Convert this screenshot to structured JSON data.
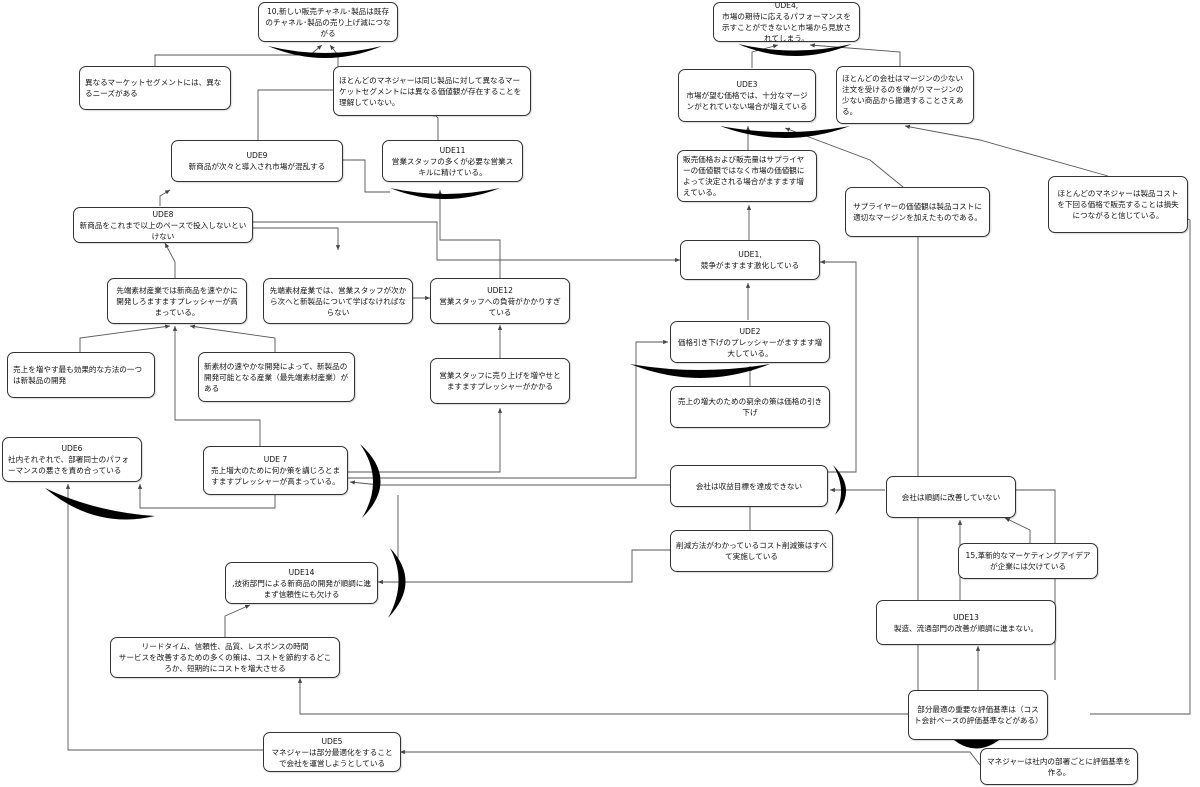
{
  "nodes": {
    "n10": {
      "id": "",
      "text": "10,新しい販売チャネル･製品は既存のチャネル･製品の売り上げ減につながる"
    },
    "seg": {
      "id": "",
      "text": "異なるマーケットセグメントには、異なるニーズがある"
    },
    "most": {
      "id": "",
      "text": "ほとんどのマネジャーは同じ製品に対して異なるマーケットセグメントには異なる価値観が存在することを理解していない。"
    },
    "ude4": {
      "id": "UDE4,",
      "text": "市場の期待に応えるパフォーマンスを示すことができないと市場から見放されてしまう。"
    },
    "ude3": {
      "id": "UDE3",
      "text": "市場が望む価格では、十分なマージンがとれていない場合が増えている"
    },
    "low": {
      "id": "",
      "text": "ほとんどの会社はマージンの少ない注文を受けるのを嫌がりマージンの少ない商品から撤退することさえある。"
    },
    "ude9": {
      "id": "UDE9",
      "text": "新商品が次々と導入され市場が混乱する"
    },
    "ude11": {
      "id": "UDE11",
      "text": "営業スタッフの多くが必要な営業スキルに精けている。"
    },
    "price": {
      "id": "",
      "text": "販売価格および販売量はサプライヤーの価値観ではなく市場の価値観によって決定される場合がますます増えている。"
    },
    "supp": {
      "id": "",
      "text": "サプライヤーの価値観は製品コストに適切なマージンを加えたものである。"
    },
    "loss": {
      "id": "",
      "text": "ほとんどのマネジャーは製品コストを下回る価格で販売することは損失につながると信じている。"
    },
    "ude8": {
      "id": "UDE8",
      "text": "新商品をこれまで以上のペースで投入しないといけない"
    },
    "ude1": {
      "id": "UDE1,",
      "text": "競争がますます激化している"
    },
    "adv": {
      "id": "",
      "text": "先端素材産業では新商品を速やかに開発しろますますプレッシャーが高まっている。"
    },
    "staff": {
      "id": "",
      "text": "先端素材産業では、営業スタッフが次から次へと新製品について学ばなければならない"
    },
    "ude12": {
      "id": "UDE12",
      "text": "営業スタッフへの負荷がかかりすぎている"
    },
    "ude2": {
      "id": "UDE2",
      "text": "価格引き下げのプレッシャーがますます増大している。"
    },
    "eff": {
      "id": "",
      "text": "売上を増やす最も効果的な方法の一つは新製品の開発"
    },
    "newm": {
      "id": "",
      "text": "新素材の速やかな開発によって、新製品の開発可能となる産業（最先端素材産業）がある"
    },
    "sales": {
      "id": "",
      "text": "営業スタッフに売り上げを増やせとますますプレッシャーがかかる"
    },
    "cut": {
      "id": "",
      "text": "売上の増大のための窮余の策は価格の引き下げ"
    },
    "ude6": {
      "id": "UDE6",
      "text": "社内それぞれで、部署同士のパフォーマンスの悪さを責め合っている"
    },
    "ude7": {
      "id": "UDE 7",
      "text": "売上増大のために何か策を講じろとますますプレッシャーが高まっている。"
    },
    "rev": {
      "id": "",
      "text": "会社は収益目標を達成できない"
    },
    "impr": {
      "id": "",
      "text": "会社は順調に改善していない"
    },
    "costs": {
      "id": "",
      "text": "削減方法がわかっているコスト削減策はすべて実施している"
    },
    "ude14": {
      "id": "UDE14",
      "text": ",技術部門による新商品の開発が順調に進まず信頼性にも欠ける"
    },
    "n15": {
      "id": "",
      "text": "15,革新的なマーケティングアイデアが企業には欠けている"
    },
    "lead": {
      "id": "",
      "text": "リードタイム、信頼性、品質、レスポンスの時間\nサービスを改善するための多くの策は、コストを節約するどころか、短期的にコストを増大させる"
    },
    "ude13": {
      "id": "UDE13",
      "text": "製造、流通部門の改善が順調に進まない。"
    },
    "part": {
      "id": "",
      "text": "部分最適の重要な評価基準は（コスト会計ベースの評価基準などがある）"
    },
    "ude5": {
      "id": "UDE5",
      "text": "マネジャーは部分最適化をすることで会社を運営しようとしている"
    },
    "dept": {
      "id": "",
      "text": "マネジャーは社内の部署ごとに評価基準を作る。"
    }
  }
}
